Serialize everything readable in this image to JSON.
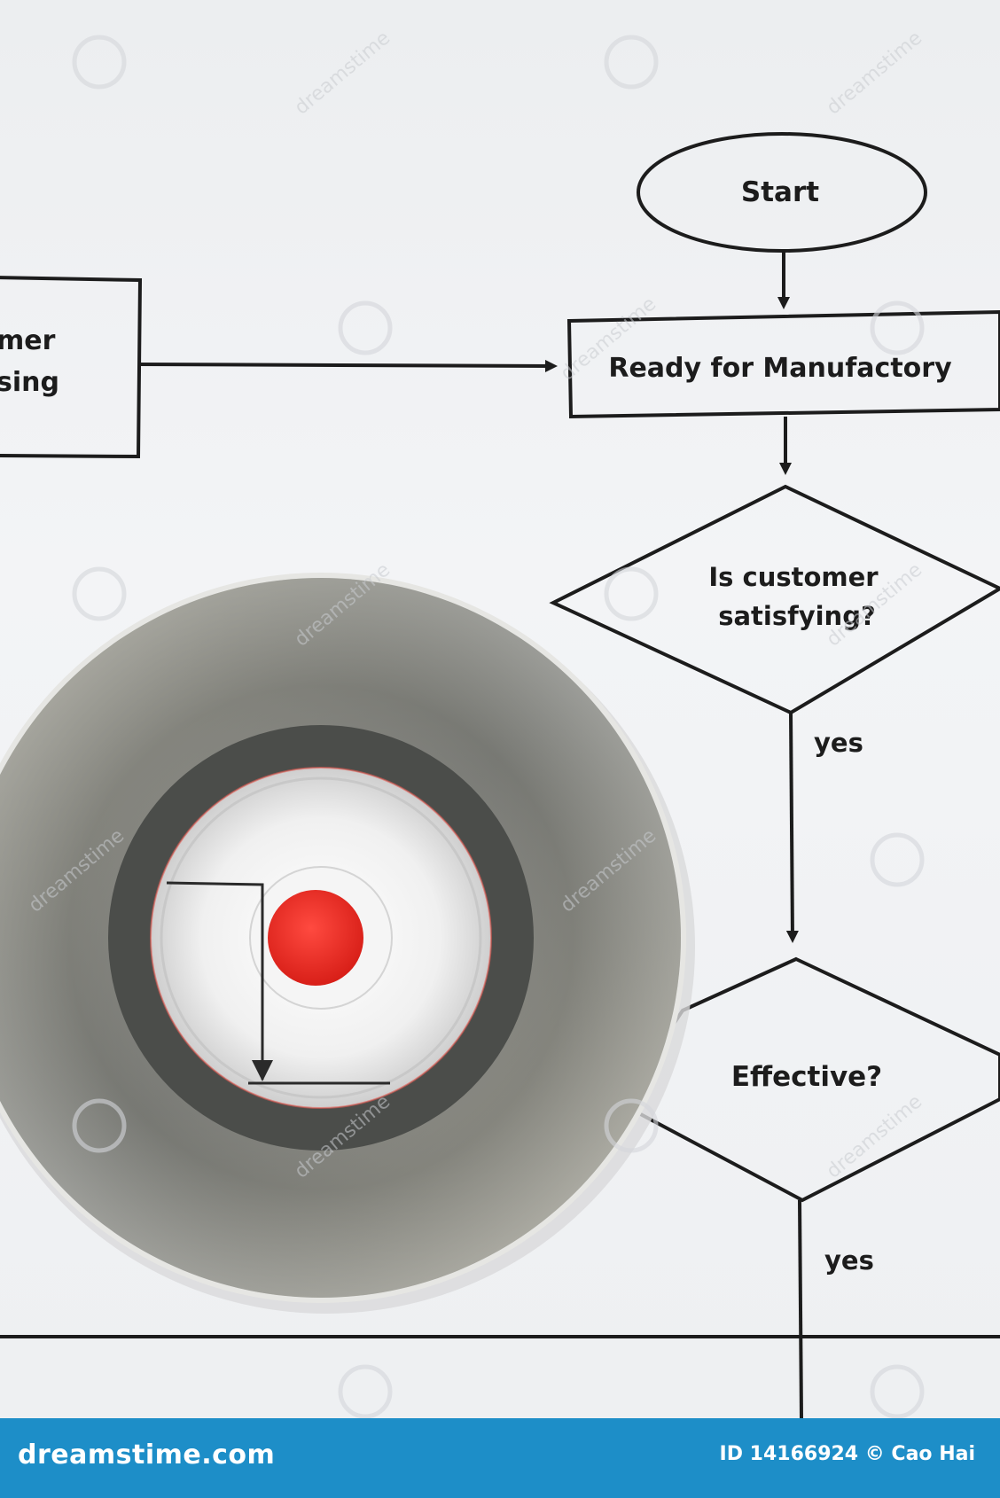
{
  "flowchart": {
    "start_label": "Start",
    "ready_label": "Ready for Manufactory",
    "left_box_line1": "mer",
    "left_box_line2": "sing",
    "decision1_line1": "Is customer",
    "decision1_line2": "satisfying?",
    "decision1_branch": "yes",
    "decision2_label": "Effective?",
    "decision2_branch": "yes"
  },
  "disc": {
    "label": "CD-ROM disc with red center",
    "center_color": "#e8302a"
  },
  "watermark": {
    "text": "dreamstime"
  },
  "footer": {
    "brand": "dreamstime.com",
    "credit": "ID 14166924 © Cao Hai"
  }
}
